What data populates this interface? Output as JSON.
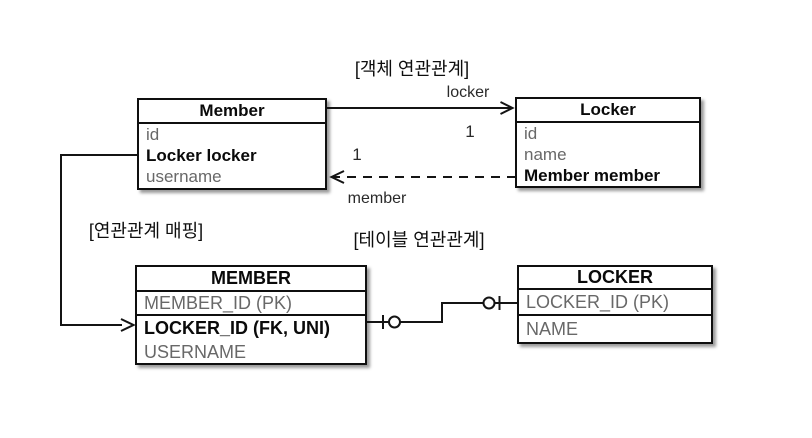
{
  "labels": {
    "object_association": "[객체 연관관계]",
    "mapping": "[연관관계 매핑]",
    "table_association": "[테이블 연관관계]",
    "locker_role": "locker",
    "member_role": "member",
    "locker_multiplicity": "1",
    "member_multiplicity": "1"
  },
  "object_diagram": {
    "member_class": {
      "title": "Member",
      "fields": [
        "id",
        "Locker locker",
        "username"
      ]
    },
    "locker_class": {
      "title": "Locker",
      "fields": [
        "id",
        "name",
        "Member member"
      ]
    }
  },
  "table_diagram": {
    "member_table": {
      "title": "MEMBER",
      "columns": [
        "MEMBER_ID (PK)",
        "LOCKER_ID (FK, UNI)",
        "USERNAME"
      ]
    },
    "locker_table": {
      "title": "LOCKER",
      "columns": [
        "LOCKER_ID (PK)",
        "NAME"
      ]
    }
  },
  "colors": {
    "line": "#141414",
    "box_border": "#0f0f0f",
    "regular_field_text": "#686868",
    "emphasis_text": "#0a0a0a",
    "background": "#ffffff"
  }
}
